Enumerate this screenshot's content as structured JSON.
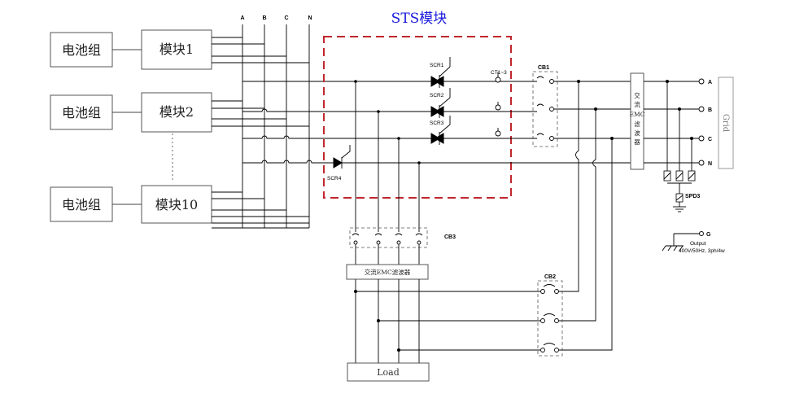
{
  "battery": {
    "label_1": "电池组",
    "label_2": "电池组",
    "label_3": "电池组"
  },
  "modules": {
    "label_1": "模块1",
    "label_2": "模块2",
    "label_3": "模块10"
  },
  "bus": {
    "a": "A",
    "b": "B",
    "c": "C",
    "n": "N"
  },
  "sts": {
    "title": "STS模块",
    "scr1": "SCR1",
    "scr2": "SCR2",
    "scr3": "SCR3",
    "scr4": "SCR4",
    "ct": "CT1~3"
  },
  "breakers": {
    "cb1": "CB1",
    "cb2": "CB2",
    "cb3": "CB3"
  },
  "filter_output": {
    "line1": "交",
    "line2": "流",
    "line3": "EMC",
    "line4": "滤",
    "line5": "波",
    "line6": "器"
  },
  "filter_load": "交流EMC滤波器",
  "load": "Load",
  "grid": {
    "label": "Grid",
    "a": "A",
    "b": "B",
    "c": "C",
    "n": "N"
  },
  "spd": "SPD3",
  "ground": {
    "label": "G",
    "output_line1": "Output",
    "output_line2": "400V/50Hz, 3ph/4w"
  }
}
